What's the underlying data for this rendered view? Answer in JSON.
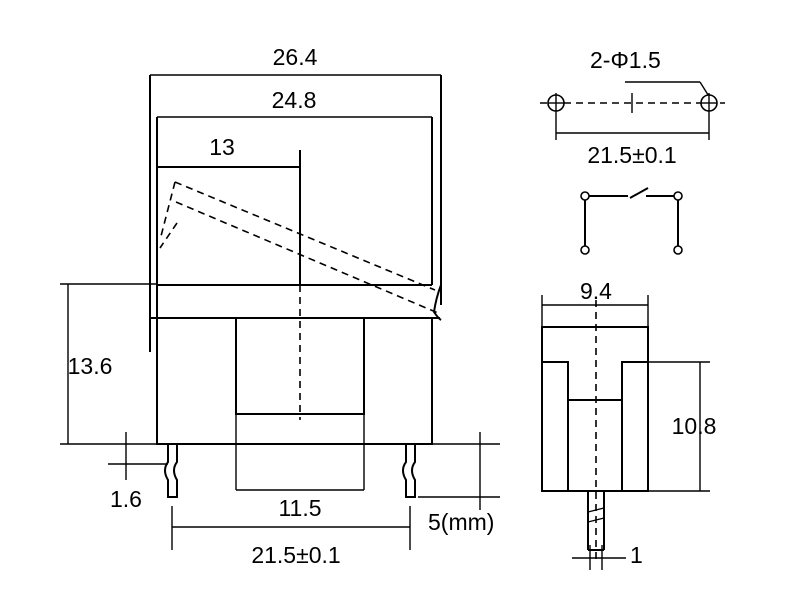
{
  "front_view": {
    "dim_overall_width": "26.4",
    "dim_body_width": "24.8",
    "dim_rocker_offset": "13",
    "dim_body_height": "13.6",
    "dim_pin_width": "1.6",
    "dim_center_width": "11.5",
    "dim_pin_spacing": "21.5±0.1",
    "dim_pin_length": "5(mm)"
  },
  "hole_pattern": {
    "dim_holes": "2-Φ1.5",
    "dim_spacing": "21.5±0.1"
  },
  "schematic": {
    "symbol": "single-pole switch"
  },
  "side_view": {
    "dim_width": "9.4",
    "dim_height": "10.8",
    "dim_pin_thickness": "1"
  }
}
